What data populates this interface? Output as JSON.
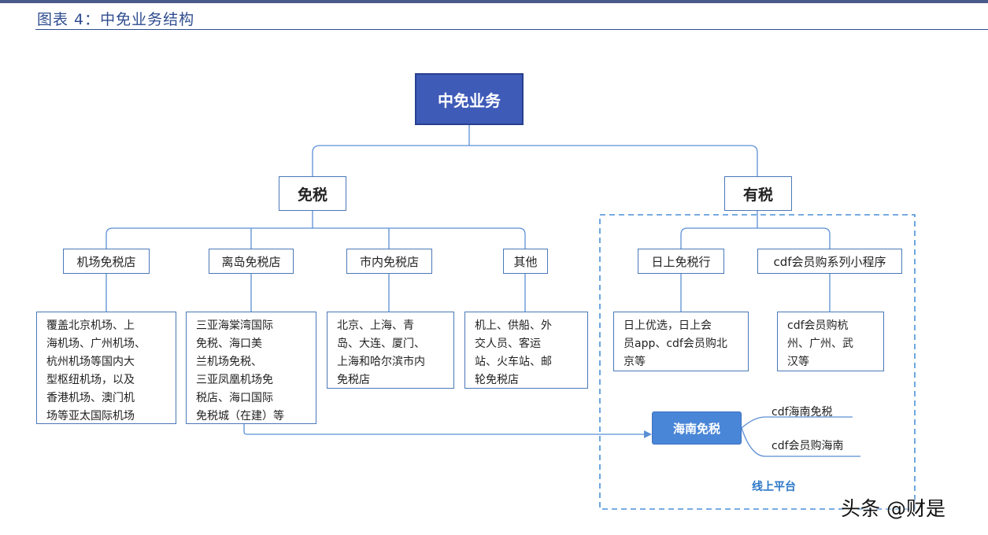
{
  "header": {
    "title": "图表 4：中免业务结构"
  },
  "root": {
    "label": "中免业务"
  },
  "duty_free": {
    "label": "免税",
    "children": [
      {
        "label": "机场免税店",
        "detail": [
          "覆盖北京机场、上",
          "海机场、广州机场、",
          "杭州机场等国内大",
          "型枢纽机场，以及",
          "香港机场、澳门机",
          "场等亚太国际机场"
        ]
      },
      {
        "label": "离岛免税店",
        "detail": [
          "三亚海棠湾国际",
          "免税、海口美",
          "兰机场免税、",
          "三亚凤凰机场免",
          "税店、海口国际",
          "免税城（在建）等"
        ]
      },
      {
        "label": "市内免税店",
        "detail": [
          "北京、上海、青",
          "岛、大连、厦门、",
          "上海和哈尔滨市内",
          "免税店"
        ]
      },
      {
        "label": "其他",
        "detail": [
          "机上、供船、外",
          "交人员、客运",
          "站、火车站、邮",
          "轮免税店"
        ]
      }
    ]
  },
  "duty_paid": {
    "label": "有税",
    "children": [
      {
        "label": "日上免税行",
        "detail": [
          "日上优选，日上会",
          "员app、cdf会员购北",
          "京等"
        ]
      },
      {
        "label": "cdf会员购系列小程序",
        "detail": [
          "cdf会员购杭",
          "州、广州、武",
          "汉等"
        ]
      }
    ]
  },
  "hainan": {
    "label": "海南免税",
    "branches": [
      "cdf海南免税",
      "cdf会员购海南"
    ]
  },
  "online_platform": {
    "label": "线上平台"
  },
  "watermark": "头条 @财是",
  "colors": {
    "accent": "#3f5bb8",
    "border": "#4a78b8",
    "connector": "#5b8fd4",
    "title": "#2f4c8f"
  }
}
